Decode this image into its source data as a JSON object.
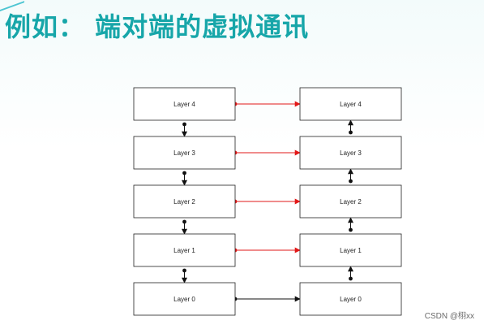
{
  "title": "例如： 端对端的虚拟通讯",
  "diagram": {
    "left_stack": [
      "Layer 4",
      "Layer 3",
      "Layer 2",
      "Layer 1",
      "Layer 0"
    ],
    "right_stack": [
      "Layer 4",
      "Layer 3",
      "Layer 2",
      "Layer 1",
      "Layer 0"
    ],
    "peer_links": [
      {
        "from": "Layer 4",
        "to": "Layer 4",
        "color": "#e21818"
      },
      {
        "from": "Layer 3",
        "to": "Layer 3",
        "color": "#e21818"
      },
      {
        "from": "Layer 2",
        "to": "Layer 2",
        "color": "#e21818"
      },
      {
        "from": "Layer 1",
        "to": "Layer 1",
        "color": "#e21818"
      },
      {
        "from": "Layer 0",
        "to": "Layer 0",
        "color": "#111111"
      }
    ],
    "left_flow": "down",
    "right_flow": "up"
  },
  "watermark": "CSDN @栩xx",
  "colors": {
    "title": "#17a6a9",
    "accent": "#23b8c8",
    "virtual_link": "#e21818",
    "physical_link": "#111111",
    "box_border": "#222222"
  }
}
